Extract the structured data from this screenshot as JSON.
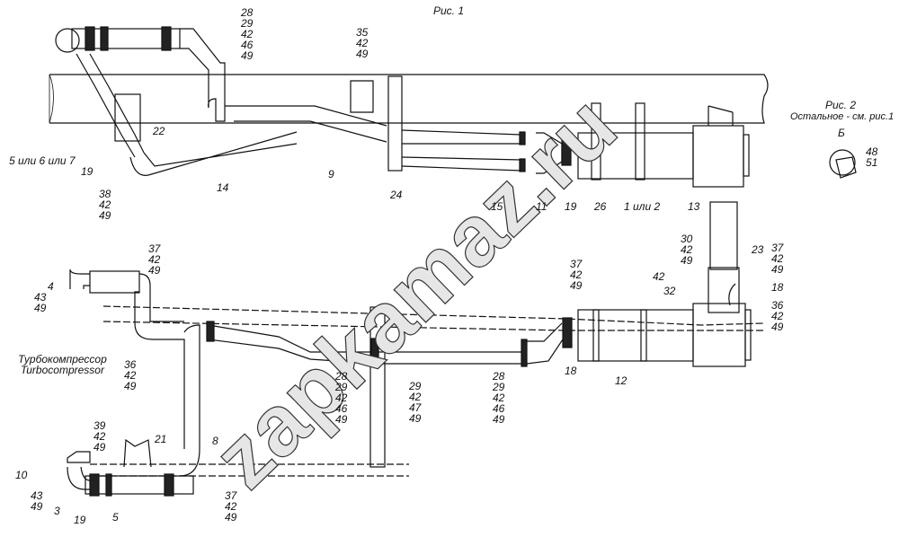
{
  "fig1": {
    "title": "Рис. 1",
    "callouts": [
      "28\n29\n42\n46\n49",
      "35\n42\n49",
      "22",
      "5 или 6 или 7",
      "19",
      "38\n42\n49",
      "14",
      "9",
      "24",
      "15",
      "11",
      "19",
      "26",
      "1 или 2"
    ]
  },
  "fig2": {
    "title": "Рис. 2",
    "note": "Остальное - см. рис.1",
    "view": "Б",
    "view_callout": "48\n51",
    "callouts": [
      "13",
      "30\n42\n49",
      "23",
      "37\n42\n49",
      "18",
      "36\n42\n49",
      "42",
      "32",
      "37\n42\n49",
      "18",
      "12",
      "28\n29\n42\n46\n49",
      "29\n42\n47\n49",
      "28\n29\n42\n46\n49",
      "4",
      "43\n49",
      "37\n42\n49",
      "36\n42\n49",
      "Турбокомпрессор\nTurbocompressor",
      "39\n42\n49",
      "21",
      "8",
      "10",
      "43\n49",
      "3",
      "19",
      "5",
      "37\n42\n49"
    ]
  },
  "watermark": "zapkamaz.ru"
}
